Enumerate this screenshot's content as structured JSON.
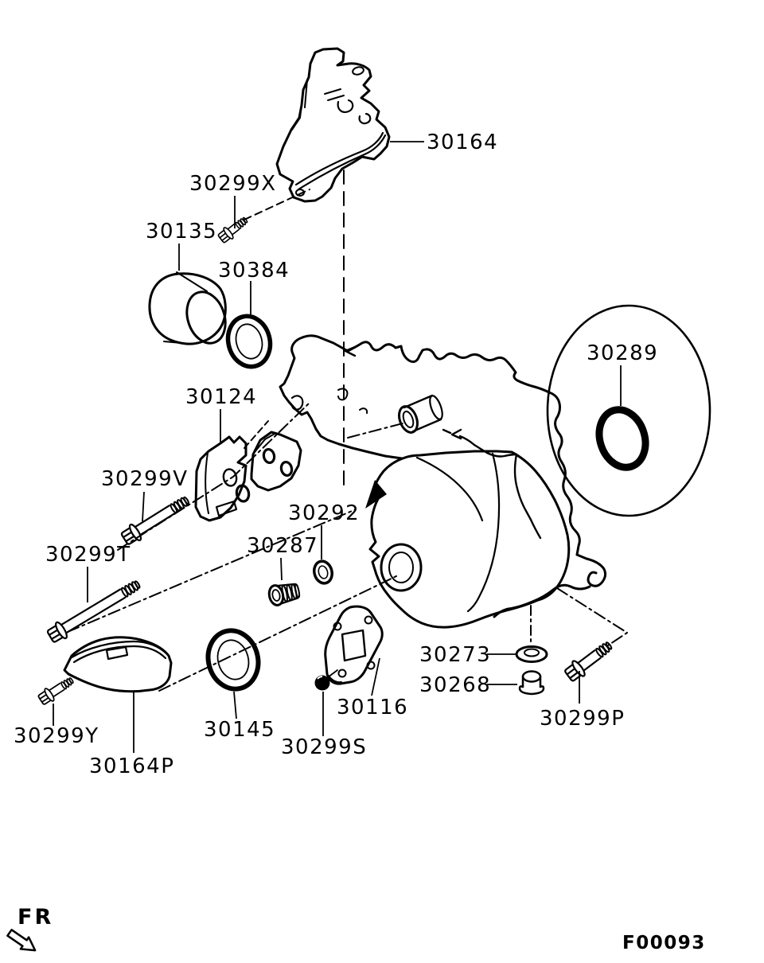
{
  "diagram": {
    "figure_code": "F00093",
    "front_indicator": "FR",
    "parts": [
      {
        "label": "30164"
      },
      {
        "label": "30299X"
      },
      {
        "label": "30135"
      },
      {
        "label": "30384"
      },
      {
        "label": "30124"
      },
      {
        "label": "30299V"
      },
      {
        "label": "30299T"
      },
      {
        "label": "30292"
      },
      {
        "label": "30287"
      },
      {
        "label": "30289"
      },
      {
        "label": "30273"
      },
      {
        "label": "30268"
      },
      {
        "label": "30299P"
      },
      {
        "label": "30116"
      },
      {
        "label": "30145"
      },
      {
        "label": "30299S"
      },
      {
        "label": "30299Y"
      },
      {
        "label": "30164P"
      }
    ]
  },
  "colors": {
    "line": "#000000",
    "background": "#ffffff"
  }
}
